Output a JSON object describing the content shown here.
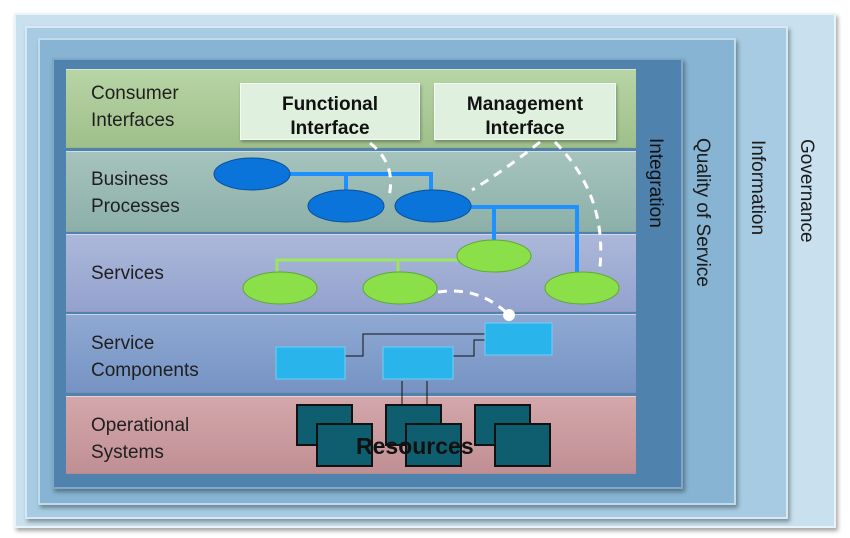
{
  "frames": {
    "governance": "Governance",
    "information": "Information",
    "quality_of_service": "Quality of Service",
    "integration": "Integration"
  },
  "layers": {
    "consumer": "Consumer\nInterfaces",
    "business": "Business\nProcesses",
    "services": "Services",
    "components": "Service\nComponents",
    "operational": "Operational\nSystems"
  },
  "interfaces": {
    "functional": "Functional\nInterface",
    "management": "Management\nInterface"
  },
  "resources": "Resources",
  "colors": {
    "process_node": "#0a74da",
    "service_node": "#8be04a",
    "component_box": "#2ab4ec",
    "resource_box": "#0f5e6f",
    "process_line": "#1e90ff",
    "service_line": "#9ae65c",
    "dashed_link": "#ffffff"
  }
}
